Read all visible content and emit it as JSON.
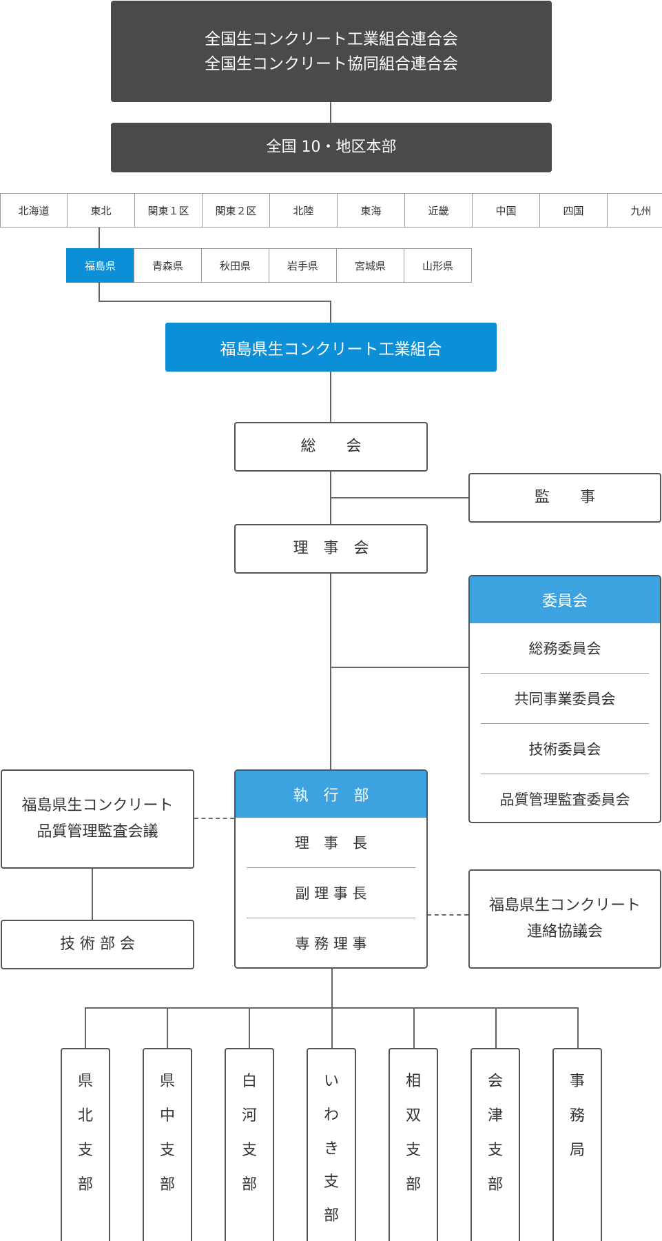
{
  "federation": {
    "line1": "全国生コンクリート工業組合連合会",
    "line2": "全国生コンクリート協同組合連合会"
  },
  "regional_hq": "全国 10・地区本部",
  "regions": [
    "北海道",
    "東北",
    "関東１区",
    "関東２区",
    "北陸",
    "東海",
    "近畿",
    "中国",
    "四国",
    "九州"
  ],
  "prefectures": [
    "福島県",
    "青森県",
    "秋田県",
    "岩手県",
    "宮城県",
    "山形県"
  ],
  "union": "福島県生コンクリート工業組合",
  "general_assembly": "総　　会",
  "auditor": "監　　事",
  "board": "理　事　会",
  "committee": {
    "title": "委員会",
    "items": [
      "総務委員会",
      "共同事業委員会",
      "技術委員会",
      "品質管理監査委員会"
    ]
  },
  "qc_council": {
    "line1": "福島県生コンクリート",
    "line2": "品質管理監査会議"
  },
  "tech_subcommittee": "技 術 部 会",
  "executive": {
    "title": "執　行　部",
    "items": [
      "理　事　長",
      "副 理 事 長",
      "専 務 理 事"
    ]
  },
  "liaison": {
    "line1": "福島県生コンクリート",
    "line2": "連絡協議会"
  },
  "branches": [
    [
      "県",
      "北",
      "支",
      "部"
    ],
    [
      "県",
      "中",
      "支",
      "部"
    ],
    [
      "白",
      "河",
      "支",
      "部"
    ],
    [
      "い",
      "わ",
      "き",
      "支",
      "部"
    ],
    [
      "相",
      "双",
      "支",
      "部"
    ],
    [
      "会",
      "津",
      "支",
      "部"
    ],
    [
      "事",
      "務",
      "局"
    ]
  ],
  "colors": {
    "dark": "#4a4a4a",
    "accent": "#0c8fd6",
    "header_blue": "#3da3e0",
    "line": "#666666"
  }
}
